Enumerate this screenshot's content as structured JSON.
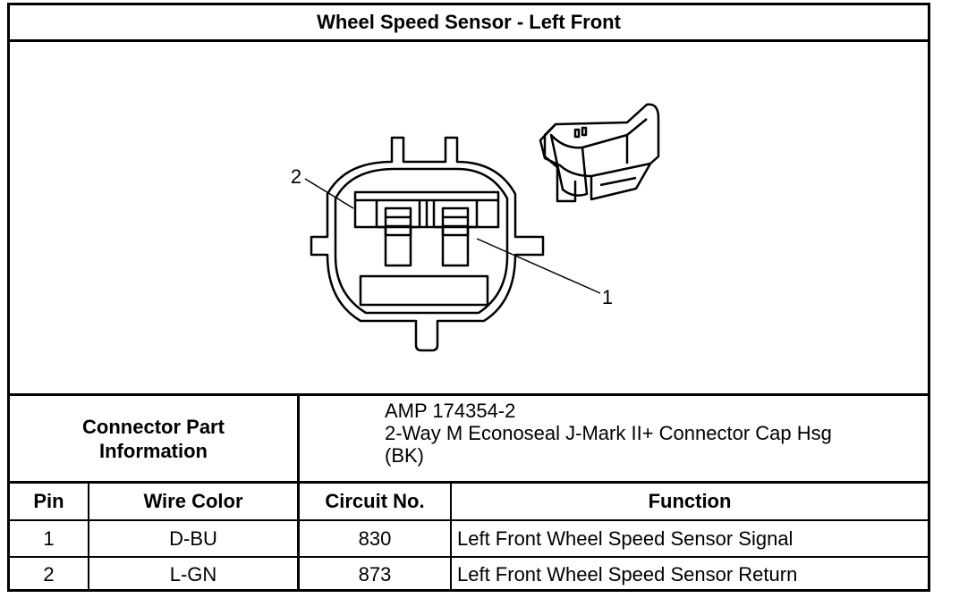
{
  "title": "Wheel Speed Sensor - Left Front",
  "callouts": {
    "pin2": "2",
    "pin1": "1"
  },
  "connector_info": {
    "label_line1": "Connector Part",
    "label_line2": "Information",
    "part_number": "AMP 174354-2",
    "description_line1": "2-Way M Econoseal J-Mark II+ Connector Cap Hsg",
    "description_line2": "(BK)"
  },
  "table": {
    "headers": {
      "pin": "Pin",
      "wire_color": "Wire Color",
      "circuit": "Circuit No.",
      "function": "Function"
    },
    "rows": [
      {
        "pin": "1",
        "wire_color": "D-BU",
        "circuit": "830",
        "function": "Left Front Wheel Speed Sensor Signal"
      },
      {
        "pin": "2",
        "wire_color": "L-GN",
        "circuit": "873",
        "function": "Left Front Wheel Speed Sensor Return"
      }
    ]
  }
}
